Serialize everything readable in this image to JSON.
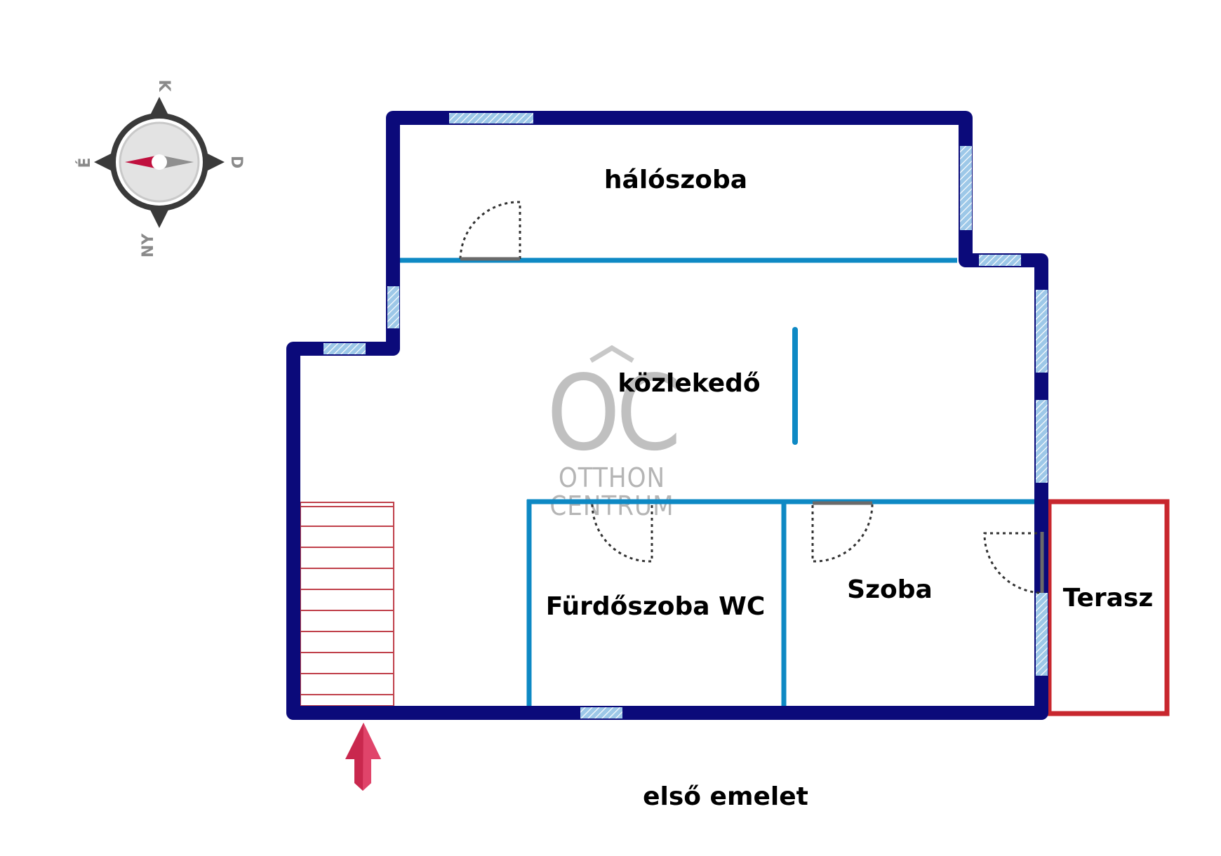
{
  "floor_label": "első emelet",
  "rooms": {
    "bedroom": "hálószoba",
    "hallway": "közlekedő",
    "bathroom": "Fürdőszoba WC",
    "room": "Szoba",
    "terrace": "Terasz"
  },
  "compass": {
    "north": "K",
    "east": "D",
    "south": "NY",
    "west": "É"
  },
  "watermark": {
    "logo": "OC",
    "line1": "OTTHON",
    "line2": "CENTRUM"
  },
  "colors": {
    "outer_wall": "#0b0a7a",
    "inner_wall": "#0e89c4",
    "window": "#9dc8e8",
    "terrace": "#c8272e",
    "stairs": "#c0404a",
    "entrance_arrow": "#c9284e",
    "compass_needle": "#c0103e"
  }
}
